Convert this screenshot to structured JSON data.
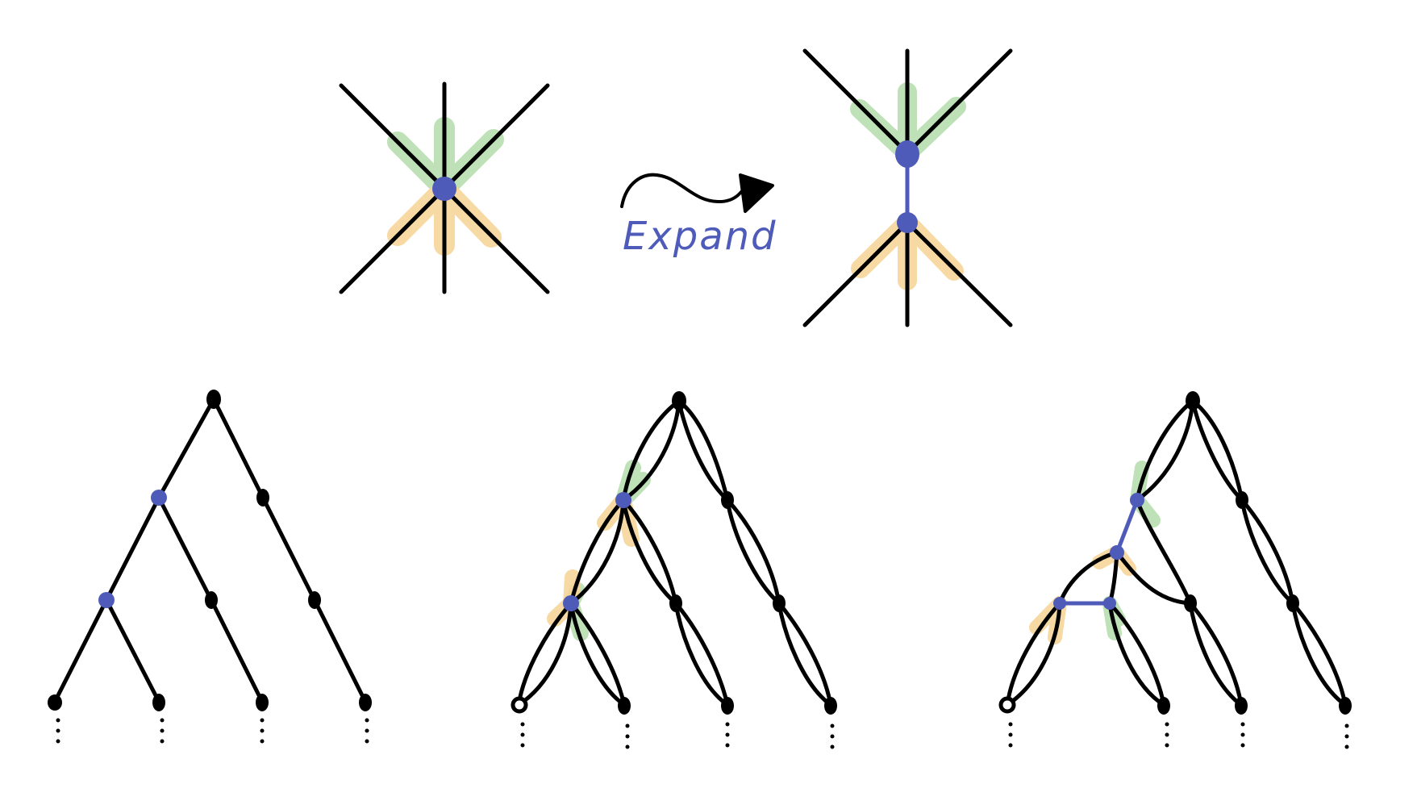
{
  "caption": {
    "arrow_label": "Expand"
  },
  "colors": {
    "ink": "#000000",
    "blue": "#4f5bb8",
    "green": "#b7deb0",
    "orange": "#f7d59a",
    "background": "#ffffff"
  },
  "panels": [
    {
      "name": "star-vertex-before",
      "description_hidden": true
    },
    {
      "name": "star-vertex-after"
    },
    {
      "name": "binary-tree"
    },
    {
      "name": "doubled-tree"
    },
    {
      "name": "doubled-tree-expanded"
    }
  ],
  "icons": {
    "expand_arrow": "curly-arrow-icon",
    "continuation": "vertical-ellipsis-icon"
  }
}
